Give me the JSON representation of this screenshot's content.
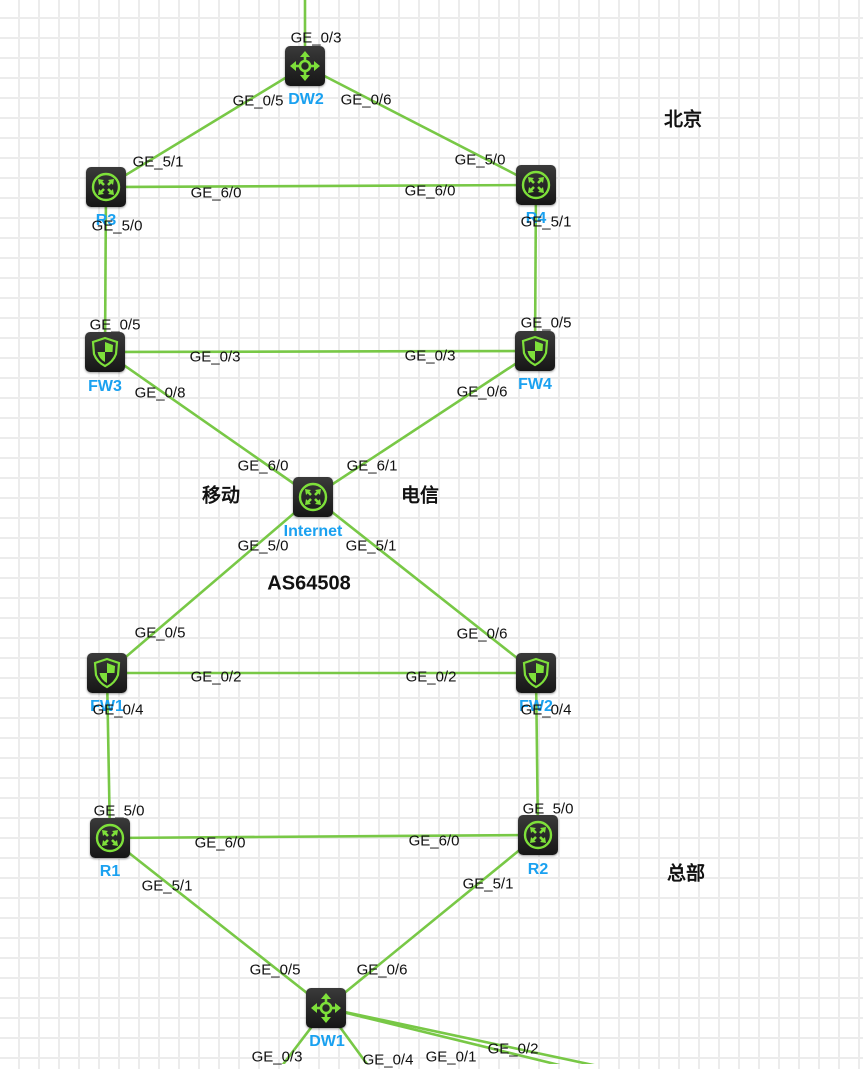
{
  "regions": [
    {
      "id": "beijing",
      "label": "北京"
    },
    {
      "id": "headquarters",
      "label": "总部"
    },
    {
      "id": "mobile",
      "label": "移动"
    },
    {
      "id": "telecom",
      "label": "电信"
    }
  ],
  "as_label": "AS64508",
  "devices": [
    {
      "id": "DW2",
      "label": "DW2",
      "type": "l3-switch"
    },
    {
      "id": "R3",
      "label": "R3",
      "type": "router"
    },
    {
      "id": "R4",
      "label": "R4",
      "type": "router"
    },
    {
      "id": "FW3",
      "label": "FW3",
      "type": "firewall"
    },
    {
      "id": "FW4",
      "label": "FW4",
      "type": "firewall"
    },
    {
      "id": "Internet",
      "label": "Internet",
      "type": "router"
    },
    {
      "id": "FW1",
      "label": "FW1",
      "type": "firewall"
    },
    {
      "id": "FW2",
      "label": "FW2",
      "type": "firewall"
    },
    {
      "id": "R1",
      "label": "R1",
      "type": "router"
    },
    {
      "id": "R2",
      "label": "R2",
      "type": "router"
    },
    {
      "id": "DW1",
      "label": "DW1",
      "type": "l3-switch"
    }
  ],
  "links": [
    {
      "a": "DW2",
      "a_port": "GE_0/3",
      "b": "(offscreen)",
      "b_port": ""
    },
    {
      "a": "DW2",
      "a_port": "GE_0/5",
      "b": "R3",
      "b_port": "GE_5/1"
    },
    {
      "a": "DW2",
      "a_port": "GE_0/6",
      "b": "R4",
      "b_port": "GE_5/0"
    },
    {
      "a": "R3",
      "a_port": "GE_6/0",
      "b": "R4",
      "b_port": "GE_6/0"
    },
    {
      "a": "R3",
      "a_port": "GE_5/0",
      "b": "FW3",
      "b_port": "GE_0/5"
    },
    {
      "a": "R4",
      "a_port": "GE_5/1",
      "b": "FW4",
      "b_port": "GE_0/5"
    },
    {
      "a": "FW3",
      "a_port": "GE_0/3",
      "b": "FW4",
      "b_port": "GE_0/3"
    },
    {
      "a": "FW3",
      "a_port": "GE_0/8",
      "b": "Internet",
      "b_port": "GE_6/0"
    },
    {
      "a": "FW4",
      "a_port": "GE_0/6",
      "b": "Internet",
      "b_port": "GE_6/1"
    },
    {
      "a": "Internet",
      "a_port": "GE_5/0",
      "b": "FW1",
      "b_port": "GE_0/5"
    },
    {
      "a": "Internet",
      "a_port": "GE_5/1",
      "b": "FW2",
      "b_port": "GE_0/6"
    },
    {
      "a": "FW1",
      "a_port": "GE_0/2",
      "b": "FW2",
      "b_port": "GE_0/2"
    },
    {
      "a": "FW1",
      "a_port": "GE_0/4",
      "b": "R1",
      "b_port": "GE_5/0"
    },
    {
      "a": "FW2",
      "a_port": "GE_0/4",
      "b": "R2",
      "b_port": "GE_5/0"
    },
    {
      "a": "R1",
      "a_port": "GE_6/0",
      "b": "R2",
      "b_port": "GE_6/0"
    },
    {
      "a": "R1",
      "a_port": "GE_5/1",
      "b": "DW1",
      "b_port": "GE_0/5"
    },
    {
      "a": "R2",
      "a_port": "GE_5/1",
      "b": "DW1",
      "b_port": "GE_0/6"
    },
    {
      "a": "DW1",
      "a_port": "GE_0/3",
      "b": "(offscreen)",
      "b_port": ""
    },
    {
      "a": "DW1",
      "a_port": "GE_0/4",
      "b": "(offscreen)",
      "b_port": ""
    },
    {
      "a": "DW1",
      "a_port": "GE_0/1",
      "b": "(offscreen)",
      "b_port": ""
    },
    {
      "a": "DW1",
      "a_port": "GE_0/2",
      "b": "(offscreen)",
      "b_port": ""
    }
  ],
  "colors": {
    "link": "#78c846",
    "device_label": "#1aa1f0",
    "icon_glyph": "#7ee03a"
  }
}
